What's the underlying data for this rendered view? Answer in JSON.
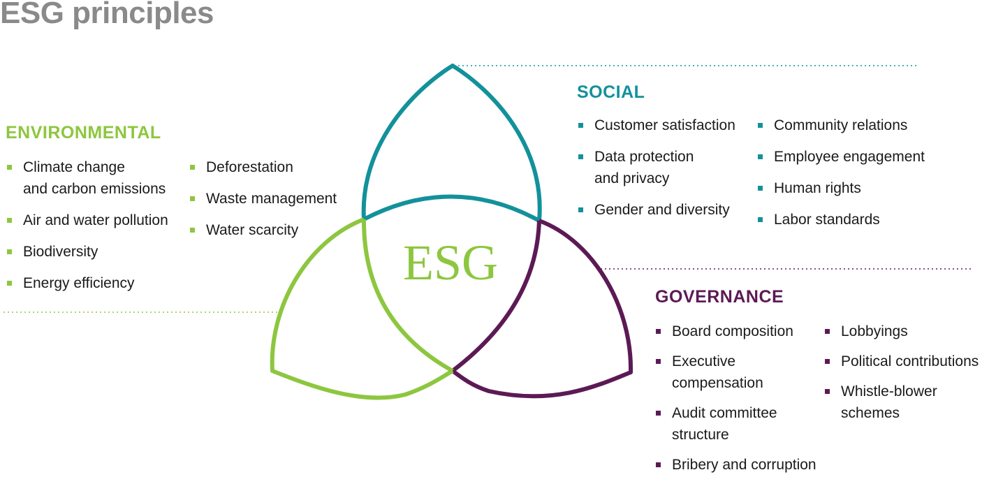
{
  "title": "ESG principles",
  "center_label": "ESG",
  "colors": {
    "environmental": "#8dc63f",
    "social": "#13919b",
    "governance": "#5c1a55",
    "title": "#8a8a8a"
  },
  "environmental": {
    "title": "ENVIRONMENTAL",
    "col1": [
      [
        "Climate change",
        "and carbon emissions"
      ],
      [
        "Air and water pollution"
      ],
      [
        "Biodiversity"
      ],
      [
        "Energy efficiency"
      ]
    ],
    "col2": [
      [
        "Deforestation"
      ],
      [
        "Waste management"
      ],
      [
        "Water scarcity"
      ]
    ]
  },
  "social": {
    "title": "SOCIAL",
    "col1": [
      [
        "Customer satisfaction"
      ],
      [
        "Data protection",
        "and privacy"
      ],
      [
        "Gender and diversity"
      ]
    ],
    "col2": [
      [
        "Community relations"
      ],
      [
        "Employee engagement"
      ],
      [
        "Human rights"
      ],
      [
        "Labor standards"
      ]
    ]
  },
  "governance": {
    "title": "GOVERNANCE",
    "col1": [
      [
        "Board composition"
      ],
      [
        "Executive",
        "compensation"
      ],
      [
        "Audit committee",
        "structure"
      ],
      [
        "Bribery and corruption"
      ]
    ],
    "col2": [
      [
        "Lobbyings"
      ],
      [
        "Political contributions"
      ],
      [
        "Whistle-blower",
        "schemes"
      ]
    ]
  }
}
